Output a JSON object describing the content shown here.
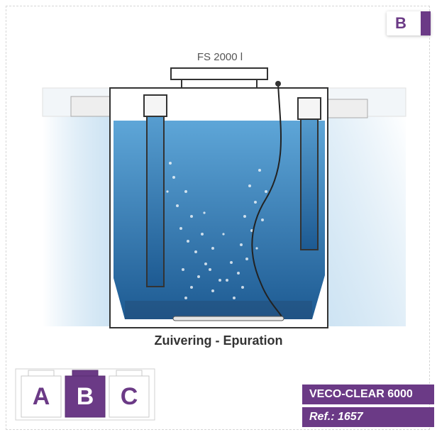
{
  "badge": {
    "letter": "B"
  },
  "diagram": {
    "capacity_label": "FS 2000 l",
    "title": "Zuivering - Epuration"
  },
  "variants": {
    "items": [
      {
        "letter": "A",
        "active": false
      },
      {
        "letter": "B",
        "active": true
      },
      {
        "letter": "C",
        "active": false
      }
    ]
  },
  "product": {
    "name": "VECO-CLEAR 6000",
    "ref": "Ref.: 1657"
  },
  "colors": {
    "accent_purple": "#6b3a86",
    "water_top": "#4f93c9",
    "water_bottom": "#1f5f96",
    "tank_outline": "#333333"
  }
}
